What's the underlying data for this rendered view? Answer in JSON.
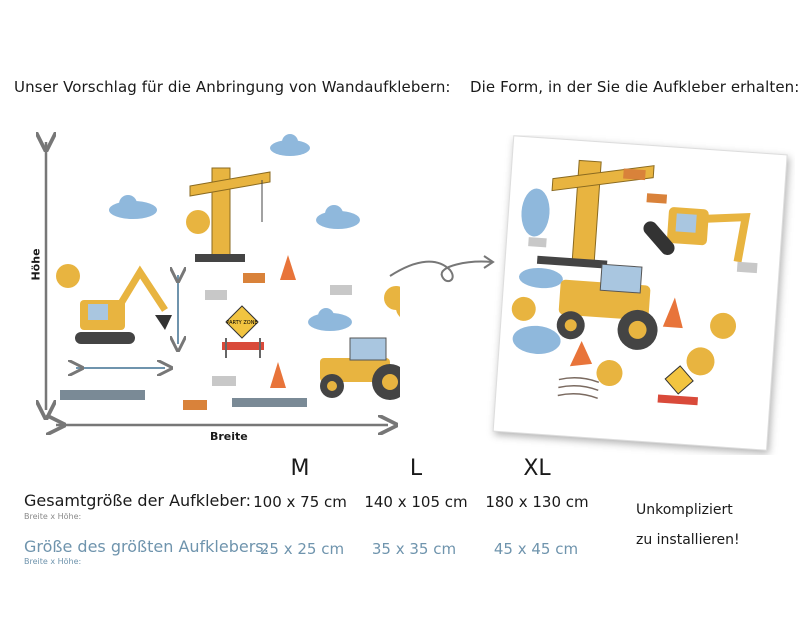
{
  "headings": {
    "left": "Unser Vorschlag für die Anbringung von Wandaufklebern:",
    "right": "Die Form, in der Sie die Aufkleber erhalten:"
  },
  "diagram": {
    "height_label": "Höhe",
    "width_label": "Breite",
    "sign_text": "PARTY ZONE"
  },
  "sizes": {
    "columns": [
      "M",
      "L",
      "XL"
    ],
    "total": {
      "label": "Gesamtgröße der Aufkleber:",
      "sublabel": "Breite x Höhe:",
      "values": [
        "100 x 75 cm",
        "140 x 105 cm",
        "180 x 130 cm"
      ]
    },
    "largest": {
      "label": "Größe des größten Aufklebers:",
      "sublabel": "Breite x Höhe:",
      "values": [
        "25 x 25 cm",
        "35 x 35 cm",
        "45 x 45 cm"
      ]
    }
  },
  "note": {
    "line1": "Unkompliziert",
    "line2": "zu installieren!"
  },
  "colors": {
    "accent_blue": "#6f94ad",
    "yellow": "#e8b440",
    "cloud": "#8fb8dc",
    "arrow": "#777777"
  }
}
